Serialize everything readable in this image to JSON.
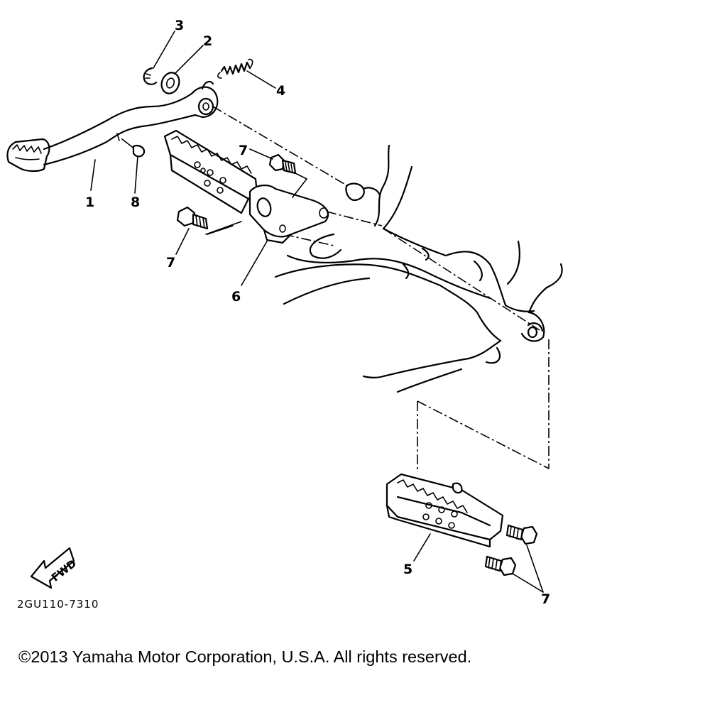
{
  "diagram": {
    "callouts": [
      {
        "id": "c1",
        "label": "1"
      },
      {
        "id": "c2",
        "label": "2"
      },
      {
        "id": "c3",
        "label": "3"
      },
      {
        "id": "c4",
        "label": "4"
      },
      {
        "id": "c5",
        "label": "5"
      },
      {
        "id": "c6",
        "label": "6"
      },
      {
        "id": "c7a",
        "label": "7"
      },
      {
        "id": "c7b",
        "label": "7"
      },
      {
        "id": "c7c",
        "label": "7"
      },
      {
        "id": "c8",
        "label": "8"
      }
    ],
    "fwd_label": "FWD",
    "diagram_code": "2GU110-7310"
  },
  "footer": {
    "copyright": "©2013 Yamaha Motor Corporation, U.S.A. All rights reserved."
  }
}
